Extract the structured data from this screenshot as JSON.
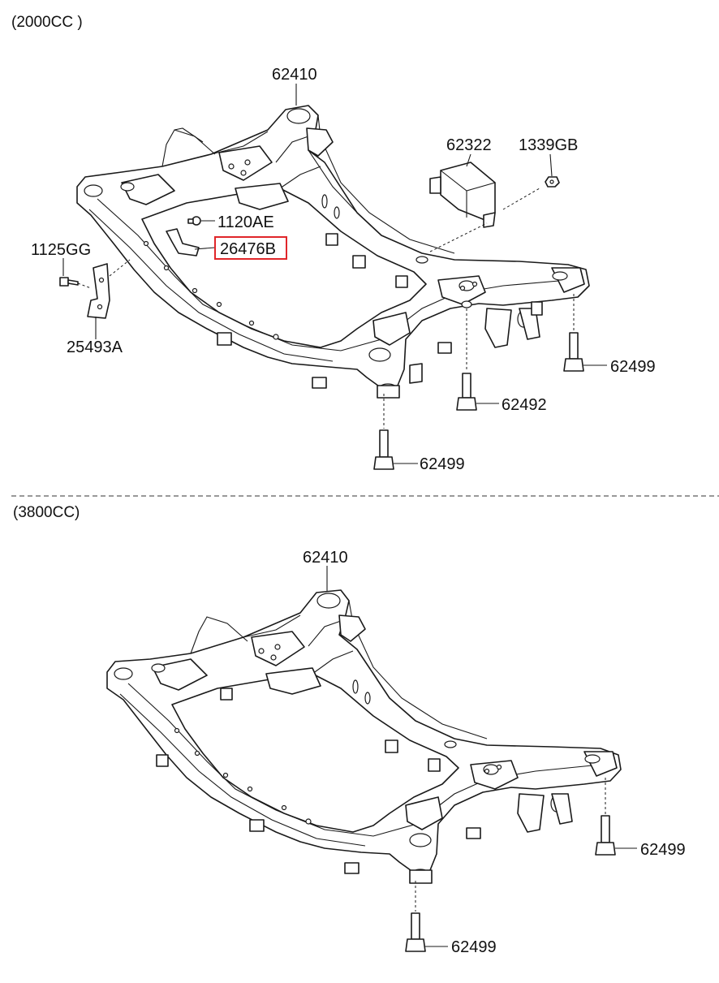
{
  "sections": [
    {
      "label": "(2000CC )",
      "callouts": {
        "c62410": "62410",
        "c62322": "62322",
        "c1339GB": "1339GB",
        "c1120AE": "1120AE",
        "c26476B": "26476B",
        "c1125GG": "1125GG",
        "c25493A": "25493A",
        "c62499a": "62499",
        "c62492": "62492",
        "c62499b": "62499"
      },
      "highlighted": "26476B",
      "highlight_color": "#e0262a"
    },
    {
      "label": "(3800CC)",
      "callouts": {
        "c62410": "62410",
        "c62499a": "62499",
        "c62499b": "62499"
      }
    }
  ]
}
